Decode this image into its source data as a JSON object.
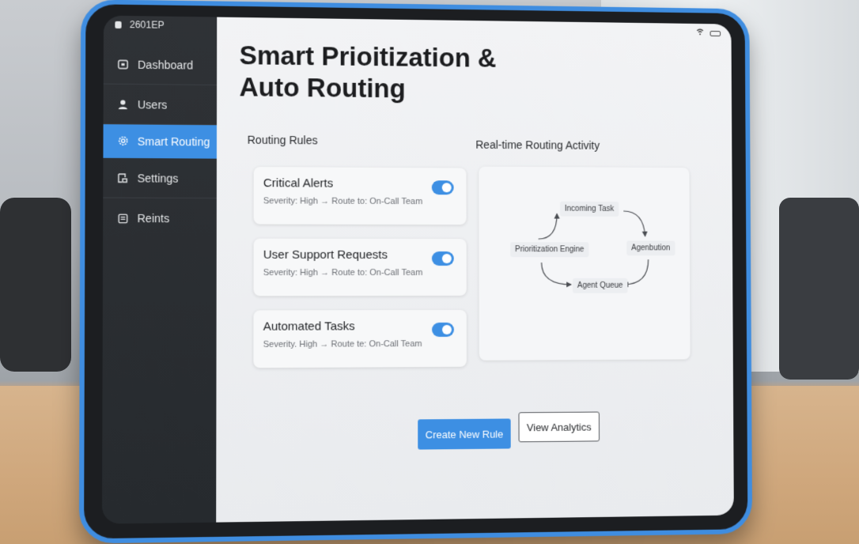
{
  "status_bar": {
    "time": "2601EP"
  },
  "sidebar": {
    "items": [
      {
        "label": "Dashboard",
        "icon": "home-icon",
        "active": false
      },
      {
        "label": "Users",
        "icon": "user-icon",
        "active": false
      },
      {
        "label": "Smart Routing",
        "icon": "gear-icon",
        "active": true
      },
      {
        "label": "Settings",
        "icon": "sliders-icon",
        "active": false
      },
      {
        "label": "Reints",
        "icon": "report-icon",
        "active": false
      }
    ]
  },
  "main": {
    "title_line1": "Smart Prioitization &",
    "title_line2": "Auto Routing",
    "rules_label": "Routing Rules",
    "activity_label": "Real-time Routing Activity",
    "rules": [
      {
        "name": "Critical Alerts",
        "meta": "Severity: High → Route to: On-Call Team",
        "enabled": true
      },
      {
        "name": "User Support Requests",
        "meta": "Severity: High → Route to: On-Call Team",
        "enabled": true
      },
      {
        "name": "Automated Tasks",
        "meta": "Severity. High → Route te: On-Call Team",
        "enabled": true
      }
    ],
    "flow": {
      "incoming": "Incoming Task",
      "engine": "Prioritization Engine",
      "agent_route": "Agenbution",
      "queue": "Agent Queue"
    },
    "buttons": {
      "create": "Create New Rule",
      "analytics": "View Analytics"
    }
  },
  "colors": {
    "accent": "#3d8fe3",
    "sidebar": "#2f3236",
    "bezel": "#3f8de0"
  }
}
